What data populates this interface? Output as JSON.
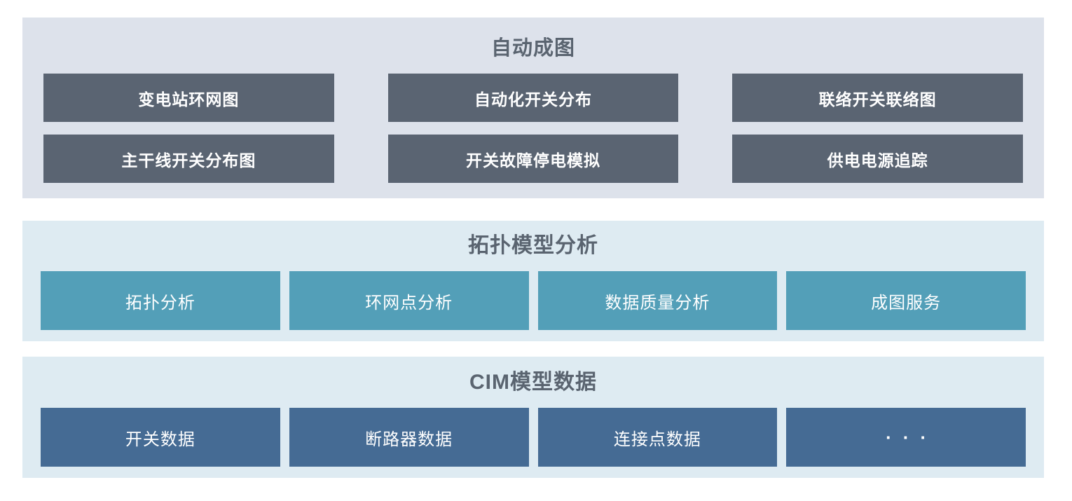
{
  "diagram": {
    "layers": [
      {
        "title": "自动成图",
        "items": [
          "变电站环网图",
          "自动化开关分布",
          "联络开关联络图",
          "主干线开关分布图",
          "开关故障停电模拟",
          "供电电源追踪"
        ]
      },
      {
        "title": "拓扑模型分析",
        "items": [
          "拓扑分析",
          "环网点分析",
          "数据质量分析",
          "成图服务"
        ]
      },
      {
        "title": "CIM模型数据",
        "items": [
          "开关数据",
          "断路器数据",
          "连接点数据",
          "···"
        ]
      }
    ]
  },
  "colors": {
    "layer1_bg": "#dde2eb",
    "layer1_box": "#5a6472",
    "layer2_bg": "#deebf2",
    "layer2_box": "#539fb8",
    "layer3_bg": "#deebf2",
    "layer3_box": "#456b94",
    "title_text": "#5a6470",
    "box_text": "#ffffff"
  }
}
